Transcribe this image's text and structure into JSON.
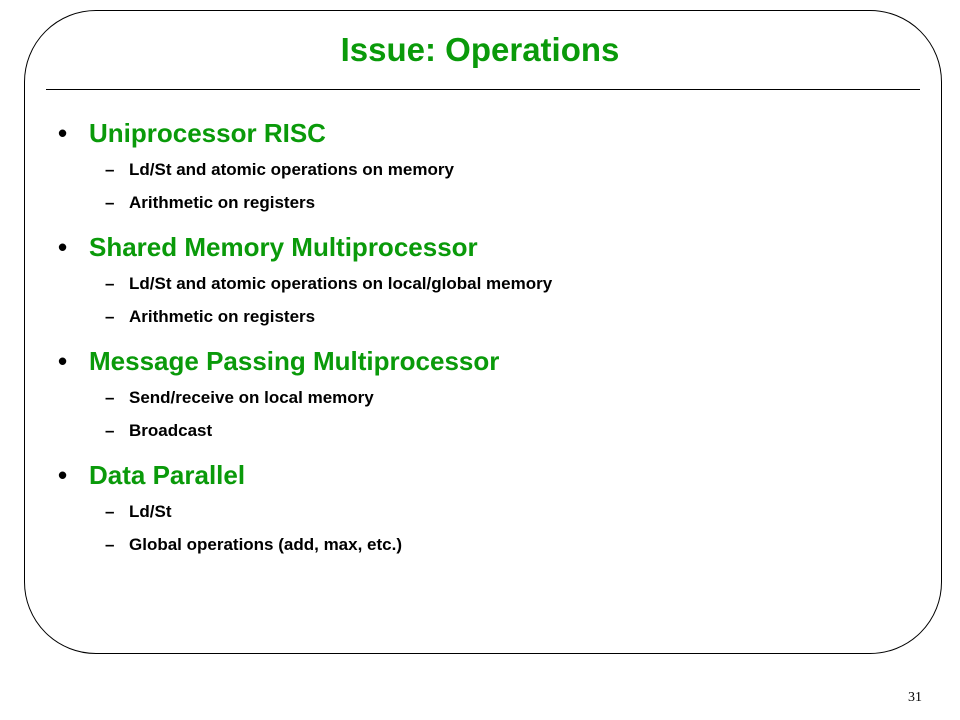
{
  "slide": {
    "title": "Issue: Operations",
    "page_number": "31",
    "colors": {
      "title": "#0a9a0a",
      "bullet_text": "#0a9a0a",
      "body_text": "#000000",
      "frame": "#000000"
    },
    "bullets": [
      {
        "marker": "•",
        "text": "Uniprocessor RISC",
        "subitems": [
          {
            "marker": "–",
            "text": "Ld/St and atomic operations on memory"
          },
          {
            "marker": "–",
            "text": "Arithmetic on registers"
          }
        ]
      },
      {
        "marker": "•",
        "text": "Shared Memory Multiprocessor",
        "subitems": [
          {
            "marker": "–",
            "text": "Ld/St and atomic operations on local/global memory"
          },
          {
            "marker": "–",
            "text": "Arithmetic on registers"
          }
        ]
      },
      {
        "marker": "•",
        "text": "Message Passing Multiprocessor",
        "subitems": [
          {
            "marker": "–",
            "text": "Send/receive on local memory"
          },
          {
            "marker": "–",
            "text": "Broadcast"
          }
        ]
      },
      {
        "marker": "•",
        "text": "Data Parallel",
        "subitems": [
          {
            "marker": "–",
            "text": "Ld/St"
          },
          {
            "marker": "–",
            "text": "Global operations (add, max, etc.)"
          }
        ]
      }
    ]
  }
}
